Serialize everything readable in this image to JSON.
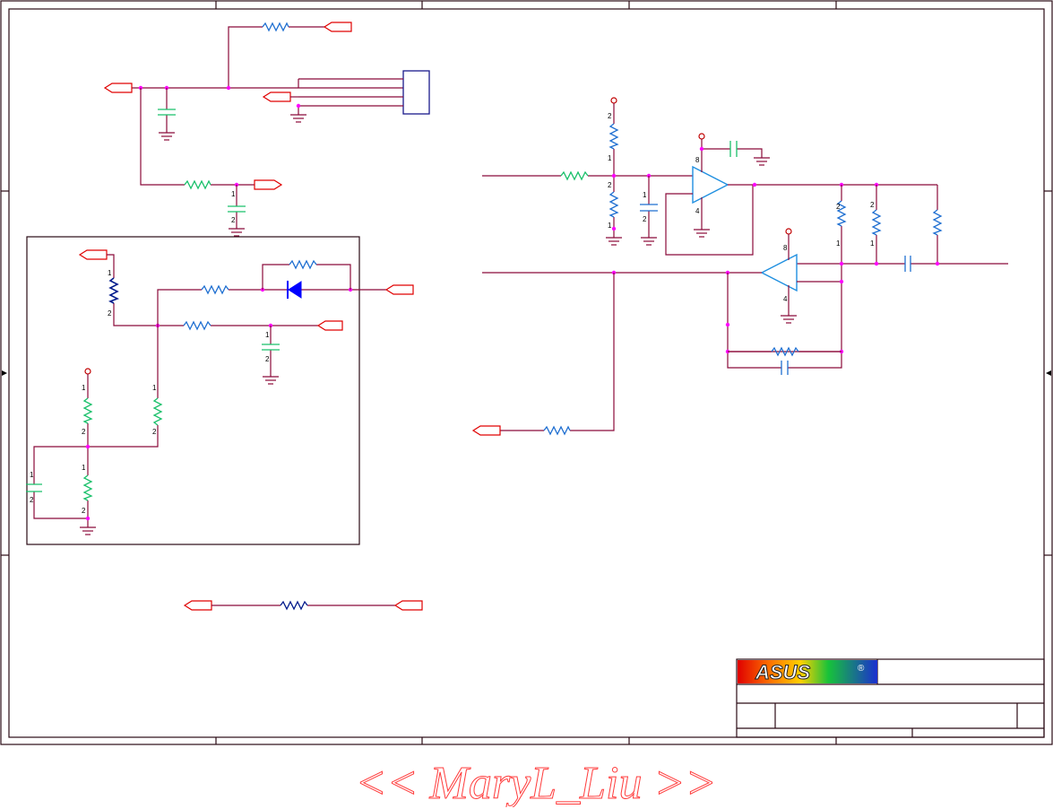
{
  "title_block": {
    "logo_text": "ASUS",
    "registered_mark": "®"
  },
  "watermark": {
    "text": "<< MaryL_Liu >>"
  },
  "pin_labels": {
    "one": "1",
    "two": "2",
    "four": "4",
    "eight": "8"
  },
  "colors": {
    "wire": "#8b0a3a",
    "junction": "#ff00ff",
    "port": "#e00000",
    "resistor_blue": "#1f6fd1",
    "resistor_green": "#19c06a",
    "resistor_navy": "#001a8c",
    "opamp": "#1f8fe0",
    "diode": "#0000ff",
    "logo_blue": "#1b2fd0"
  }
}
